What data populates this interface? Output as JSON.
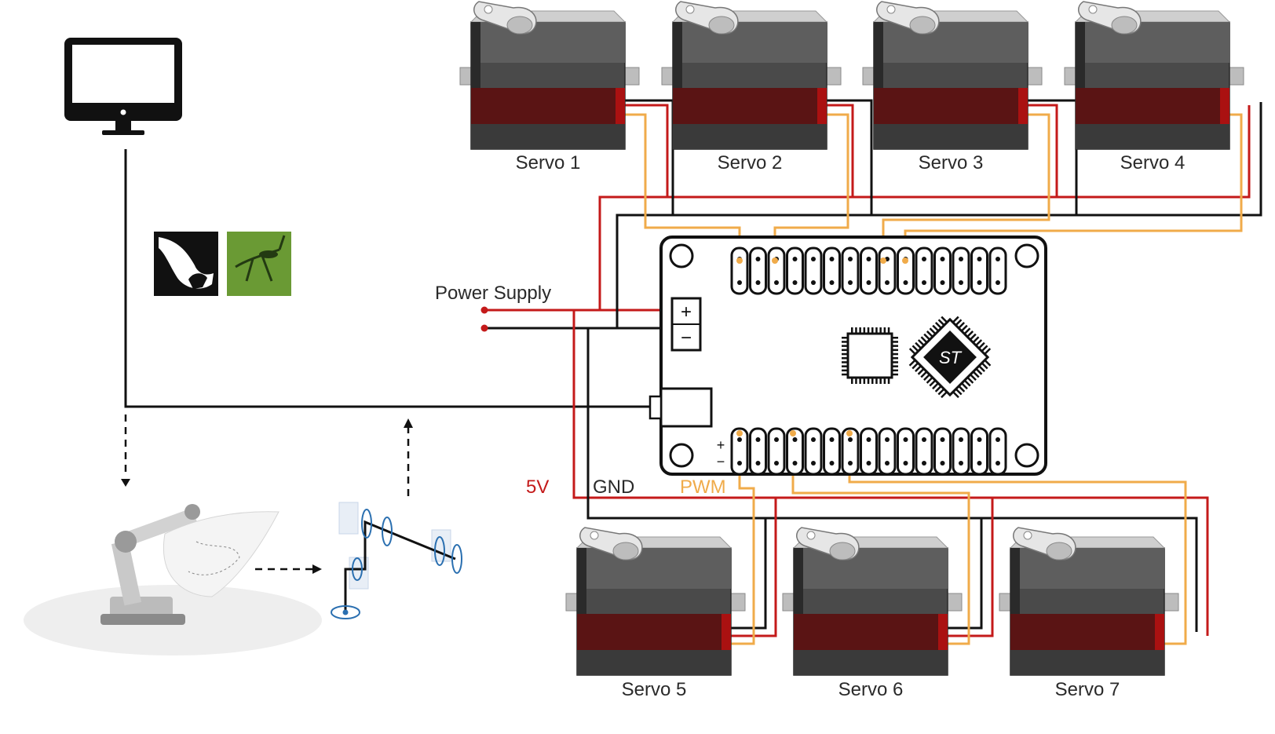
{
  "diagram": {
    "servos": {
      "top": [
        "Servo 1",
        "Servo 2",
        "Servo 3",
        "Servo 4"
      ],
      "bottom": [
        "Servo 5",
        "Servo 6",
        "Servo 7"
      ]
    },
    "power_supply_label": "Power Supply",
    "board": {
      "plus_symbol": "+",
      "minus_symbol": "−"
    },
    "wire_labels": {
      "v5": "5V",
      "gnd": "GND",
      "pwm": "PWM"
    },
    "colors": {
      "v5": "#c41a1a",
      "gnd": "#111111",
      "pwm": "#f0ab4a",
      "servo_body": "#4a4a4a",
      "servo_band": "#5a1414",
      "grasshopper_tile": "#6a9a34",
      "robot_path": "#2a6fb0"
    },
    "icons": [
      "monitor-icon",
      "rhino-app-icon",
      "grasshopper-app-icon",
      "robot-arm-render",
      "kinematic-frames-diagram"
    ]
  }
}
